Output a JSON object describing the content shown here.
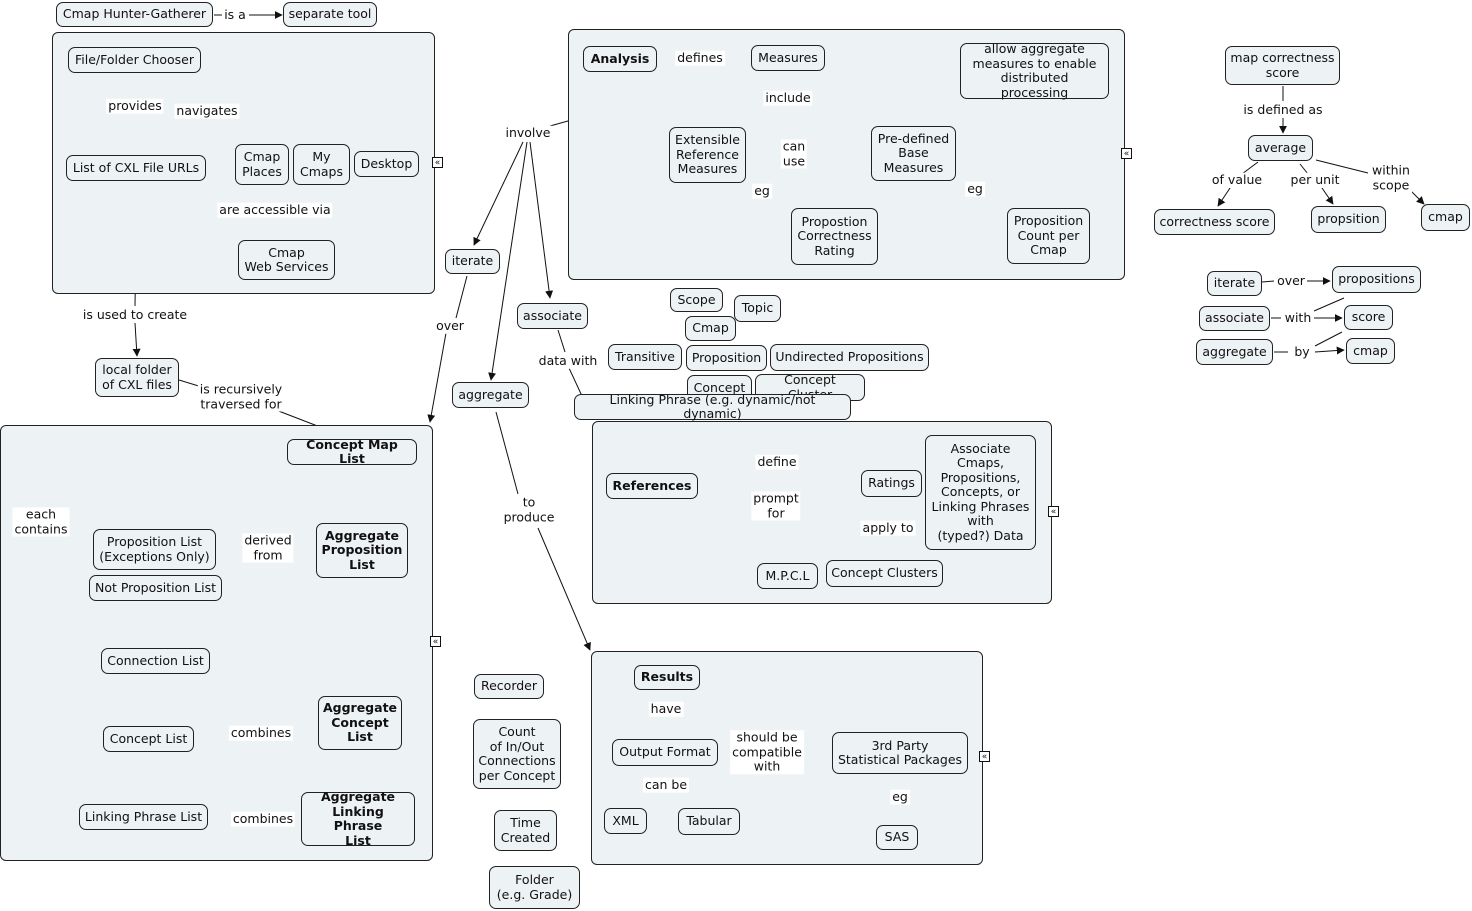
{
  "nodes": {
    "hunter": "Cmap Hunter-Gatherer",
    "separate_tool": "separate tool",
    "file_chooser": "File/Folder Chooser",
    "cxl_urls": "List of CXL File URLs",
    "cmap_places": "Cmap\nPlaces",
    "my_cmaps": "My\nCmaps",
    "desktop": "Desktop",
    "web_services": "Cmap\nWeb Services",
    "local_folder": "local folder\nof CXL files",
    "concept_map_list": "Concept Map List",
    "prop_list": "Proposition List\n(Exceptions Only)",
    "not_prop_list": "Not Proposition List",
    "agg_prop_list": "Aggregate\nProposition\nList",
    "connection_list": "Connection List",
    "concept_list": "Concept List",
    "agg_concept_list": "Aggregate\nConcept\nList",
    "linking_phrase_list": "Linking Phrase List",
    "agg_lp_list": "Aggregate\nLinking Phrase\nList",
    "iterate": "iterate",
    "associate": "associate",
    "aggregate": "aggregate",
    "analysis": "Analysis",
    "measures": "Measures",
    "allow_agg": "allow aggregate\nmeasures to enable\ndistributed processing",
    "extensible": "Extensible\nReference\nMeasures",
    "predefined": "Pre-defined\nBase\nMeasures",
    "correctness_rating": "Propostion\nCorrectness\nRating",
    "prop_count": "Proposition\nCount per\nCmap",
    "scope": "Scope",
    "topic": "Topic",
    "cmap_s": "Cmap",
    "transitive": "Transitive",
    "proposition": "Proposition",
    "undirected": "Undirected Propositions",
    "concept": "Concept",
    "concept_cluster": "Concept Cluster",
    "linking_phrase": "Linking Phrase (e.g. dynamic/not dynamic)",
    "references": "References",
    "ratings": "Ratings",
    "assoc_cmaps": "Associate\nCmaps,\nPropositions,\nConcepts, or\nLinking Phrases\nwith\n(typed?) Data",
    "mpcl": "M.P.C.L",
    "concept_clusters": "Concept Clusters",
    "recorder": "Recorder",
    "count_inout": "Count\nof In/Out\nConnections\nper Concept",
    "time_created": "Time\nCreated",
    "folder": "Folder\n(e.g. Grade)",
    "results": "Results",
    "output_format": "Output Format",
    "third_party": "3rd Party\nStatistical Packages",
    "xml": "XML",
    "tabular": "Tabular",
    "sas": "SAS",
    "map_score": "map correctness\nscore",
    "average": "average",
    "correctness_score": "correctness score",
    "propsition": "propsition",
    "cmap_r": "cmap",
    "iterate_r": "iterate",
    "propositions_r": "propositions",
    "associate_r": "associate",
    "score_r": "score",
    "aggregate_r": "aggregate",
    "cmap_r2": "cmap"
  },
  "links": {
    "is_a": "is a",
    "provides": "provides",
    "navigates": "navigates",
    "accessible_via": "are accessible via",
    "used_to_create": "is used to create",
    "recursively": "is recursively\ntraversed for",
    "each_contains": "each\ncontains",
    "derived_from": "derived\nfrom",
    "combines_1": "combines",
    "combines_2": "combines",
    "involve": "involve",
    "over": "over",
    "data_with": "data with",
    "to_produce": "to\nproduce",
    "defines": "defines",
    "include": "include",
    "can_use": "can\nuse",
    "eg_1": "eg",
    "eg_2": "eg",
    "define": "define",
    "prompt_for": "prompt\nfor",
    "apply_to": "apply to",
    "have": "have",
    "should_be": "should be\ncompatible\nwith",
    "can_be": "can be",
    "eg_3": "eg",
    "is_defined_as": "is defined as",
    "of_value": "of value",
    "per_unit": "per unit",
    "within_scope": "within\nscope",
    "over_r": "over",
    "with_r": "with",
    "by_r": "by"
  },
  "icons": {
    "collapse": "«"
  }
}
